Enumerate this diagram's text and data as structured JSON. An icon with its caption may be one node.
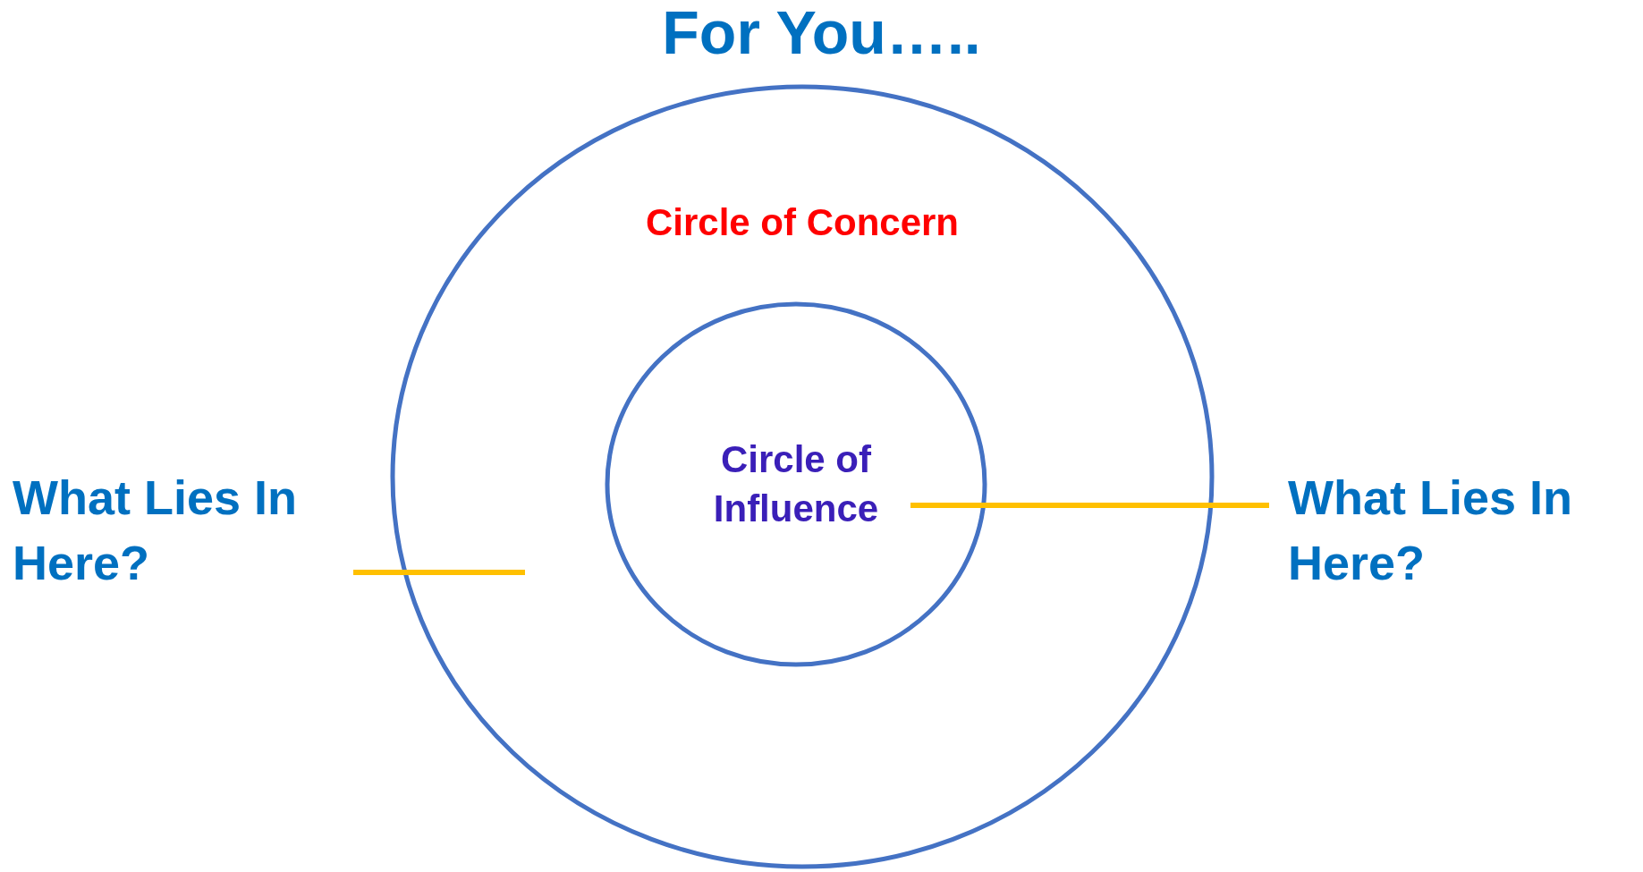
{
  "diagram": {
    "title": "For You…..",
    "nodes": [
      {
        "text": [
          "Circle of Concern"
        ]
      },
      {
        "text": [
          "Circle of Influence"
        ],
        "in": 0
      },
      {
        "text": [
          "What Lies In Here?"
        ]
      },
      {
        "text": [
          "What Lies In Here?"
        ]
      }
    ],
    "edges": [
      {
        "from": 2,
        "to": 0,
        "arrow": "none"
      },
      {
        "from": 3,
        "to": 1,
        "arrow": "none"
      }
    ]
  }
}
